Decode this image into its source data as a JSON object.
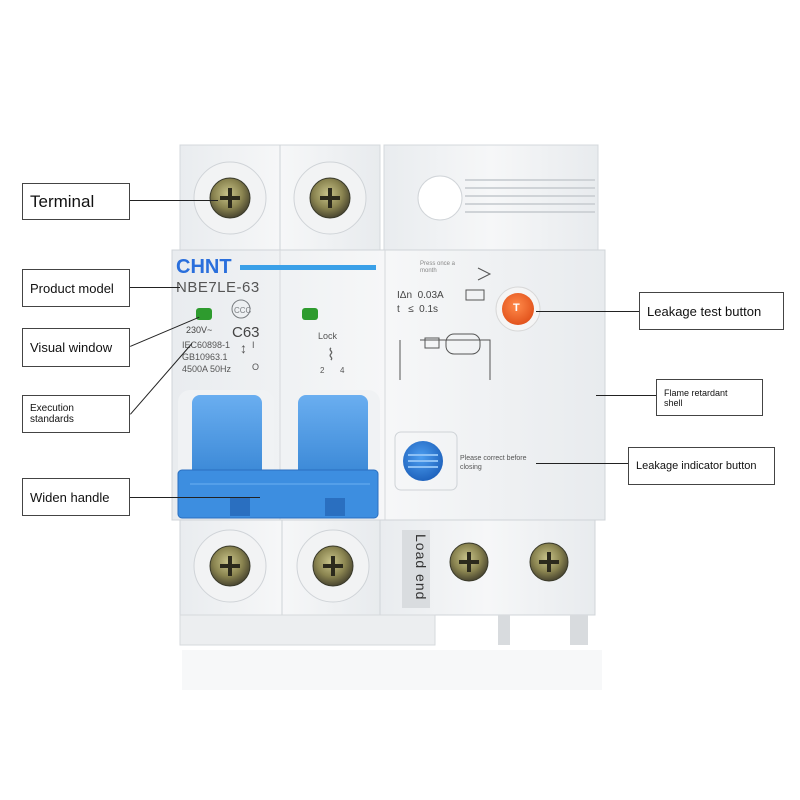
{
  "device": {
    "brand": "CHNT",
    "model": "NBE7LE-63",
    "voltage": "230V~",
    "rating": "C63",
    "standard_1": "IEC60898-1",
    "standard_2": "GB10963.1",
    "breaking": "4500A  50Hz",
    "on_mark": "I",
    "off_mark": "O",
    "lock": "Lock",
    "lock_pos_left": "2",
    "lock_pos_right": "4",
    "test_note_1": "Press once a",
    "test_note_2": "month",
    "idn": "IΔn  0.03A",
    "trip_time": "t   ≤  0.1s",
    "test_button_letter": "T",
    "indicator_note_1": "Please correct before",
    "indicator_note_2": "closing",
    "load_end": "Load end",
    "colors": {
      "handle": "#3d8ee0",
      "test_button": "#f26a2a",
      "indicator": "#2f7fd8",
      "brand": "#2a6fdc"
    }
  },
  "callouts": {
    "terminal": "Terminal",
    "product_model": "Product model",
    "visual_window": "Visual window",
    "execution_standards_1": "Execution",
    "execution_standards_2": "standards",
    "widen_handle": "Widen handle",
    "leakage_test_button": "Leakage test button",
    "flame_retardant_1": "Flame retardant",
    "flame_retardant_2": "shell",
    "leakage_indicator_button": "Leakage indicator button"
  }
}
